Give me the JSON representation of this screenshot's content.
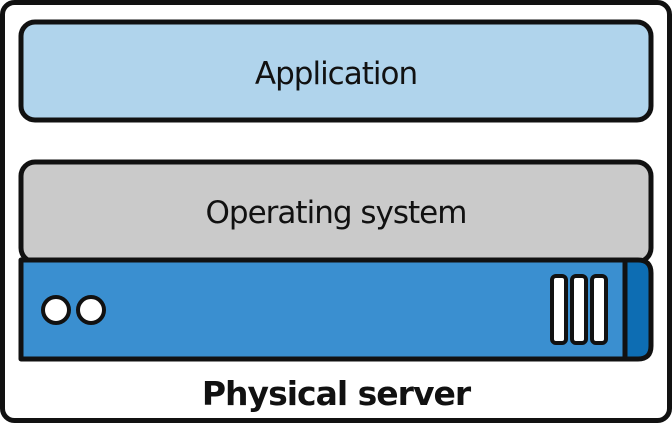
{
  "layers": {
    "application": {
      "label": "Application",
      "fill": "#b0d4ec"
    },
    "operating_system": {
      "label": "Operating system",
      "fill": "#cacaca"
    }
  },
  "server": {
    "caption": "Physical server",
    "body_fill": "#3a8fd0",
    "end_cap_fill": "#0d6db3",
    "indicator_lights": 2,
    "drive_bays": 3
  },
  "colors": {
    "outline": "#111111",
    "background": "#ffffff"
  }
}
